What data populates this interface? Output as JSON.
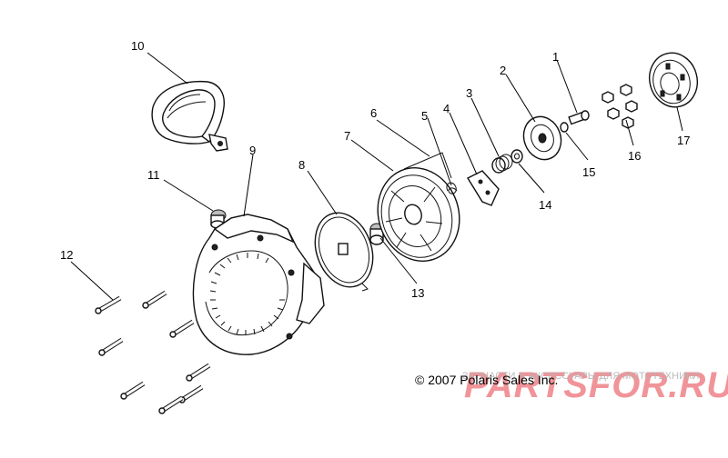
{
  "callouts": [
    "1",
    "2",
    "3",
    "4",
    "5",
    "6",
    "7",
    "8",
    "9",
    "10",
    "11",
    "12",
    "13",
    "14",
    "15",
    "16",
    "17"
  ],
  "copyright": "© 2007 Polaris Sales Inc.",
  "watermark": {
    "main": "PARTSFOR.RU",
    "sub": "ЗАПЧАСТИ И АКСЕССУАРЫ ДЛЯ МОТОТЕХНИКИ"
  }
}
